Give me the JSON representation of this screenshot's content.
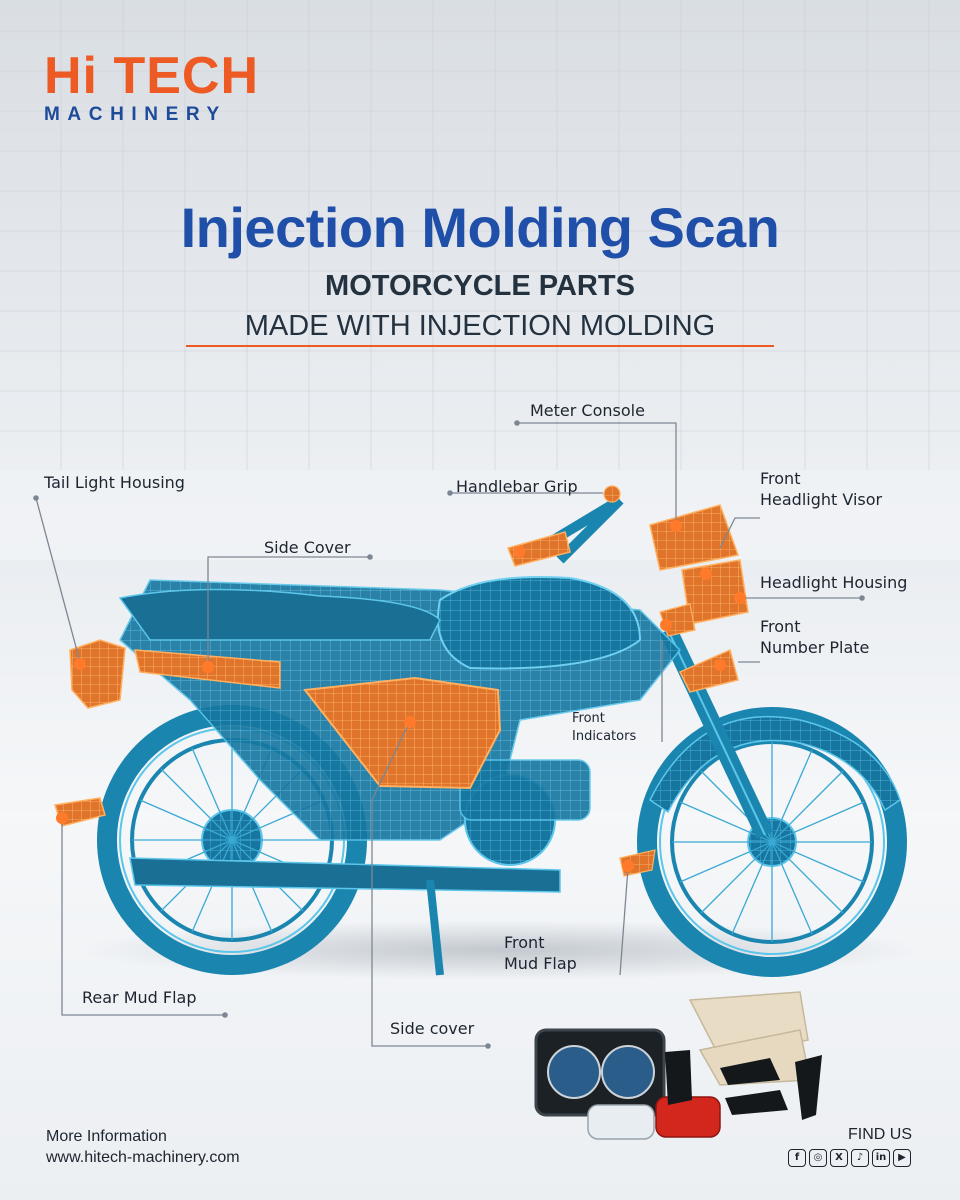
{
  "logo": {
    "line1": "Hi TECH",
    "line2": "MACHINERY"
  },
  "title": "Injection Molding Scan",
  "subtitle1": "MOTORCYCLE PARTS",
  "subtitle2": "MADE WITH INJECTION MOLDING",
  "labels": {
    "meter_console": "Meter Console",
    "tail_light": "Tail Light Housing",
    "handlebar_grip": "Handlebar Grip",
    "front_visor_1": "Front",
    "front_visor_2": "Headlight Visor",
    "side_cover_top": "Side Cover",
    "headlight_housing": "Headlight Housing",
    "front_plate_1": "Front",
    "front_plate_2": "Number Plate",
    "front_ind_1": "Front",
    "front_ind_2": "Indicators",
    "front_mud_1": "Front",
    "front_mud_2": "Mud Flap",
    "rear_mud": "Rear Mud Flap",
    "side_cover_bottom": "Side cover"
  },
  "footer": {
    "more_info": "More Information",
    "website": "www.hitech-machinery.com",
    "find_us": "FIND US"
  },
  "social_icons": [
    "facebook-icon",
    "instagram-icon",
    "x-icon",
    "tiktok-icon",
    "linkedin-icon",
    "youtube-icon"
  ],
  "colors": {
    "accent": "#ee5a24",
    "brand_blue": "#1f4fa8",
    "wireframe": "#1a8fb8"
  }
}
